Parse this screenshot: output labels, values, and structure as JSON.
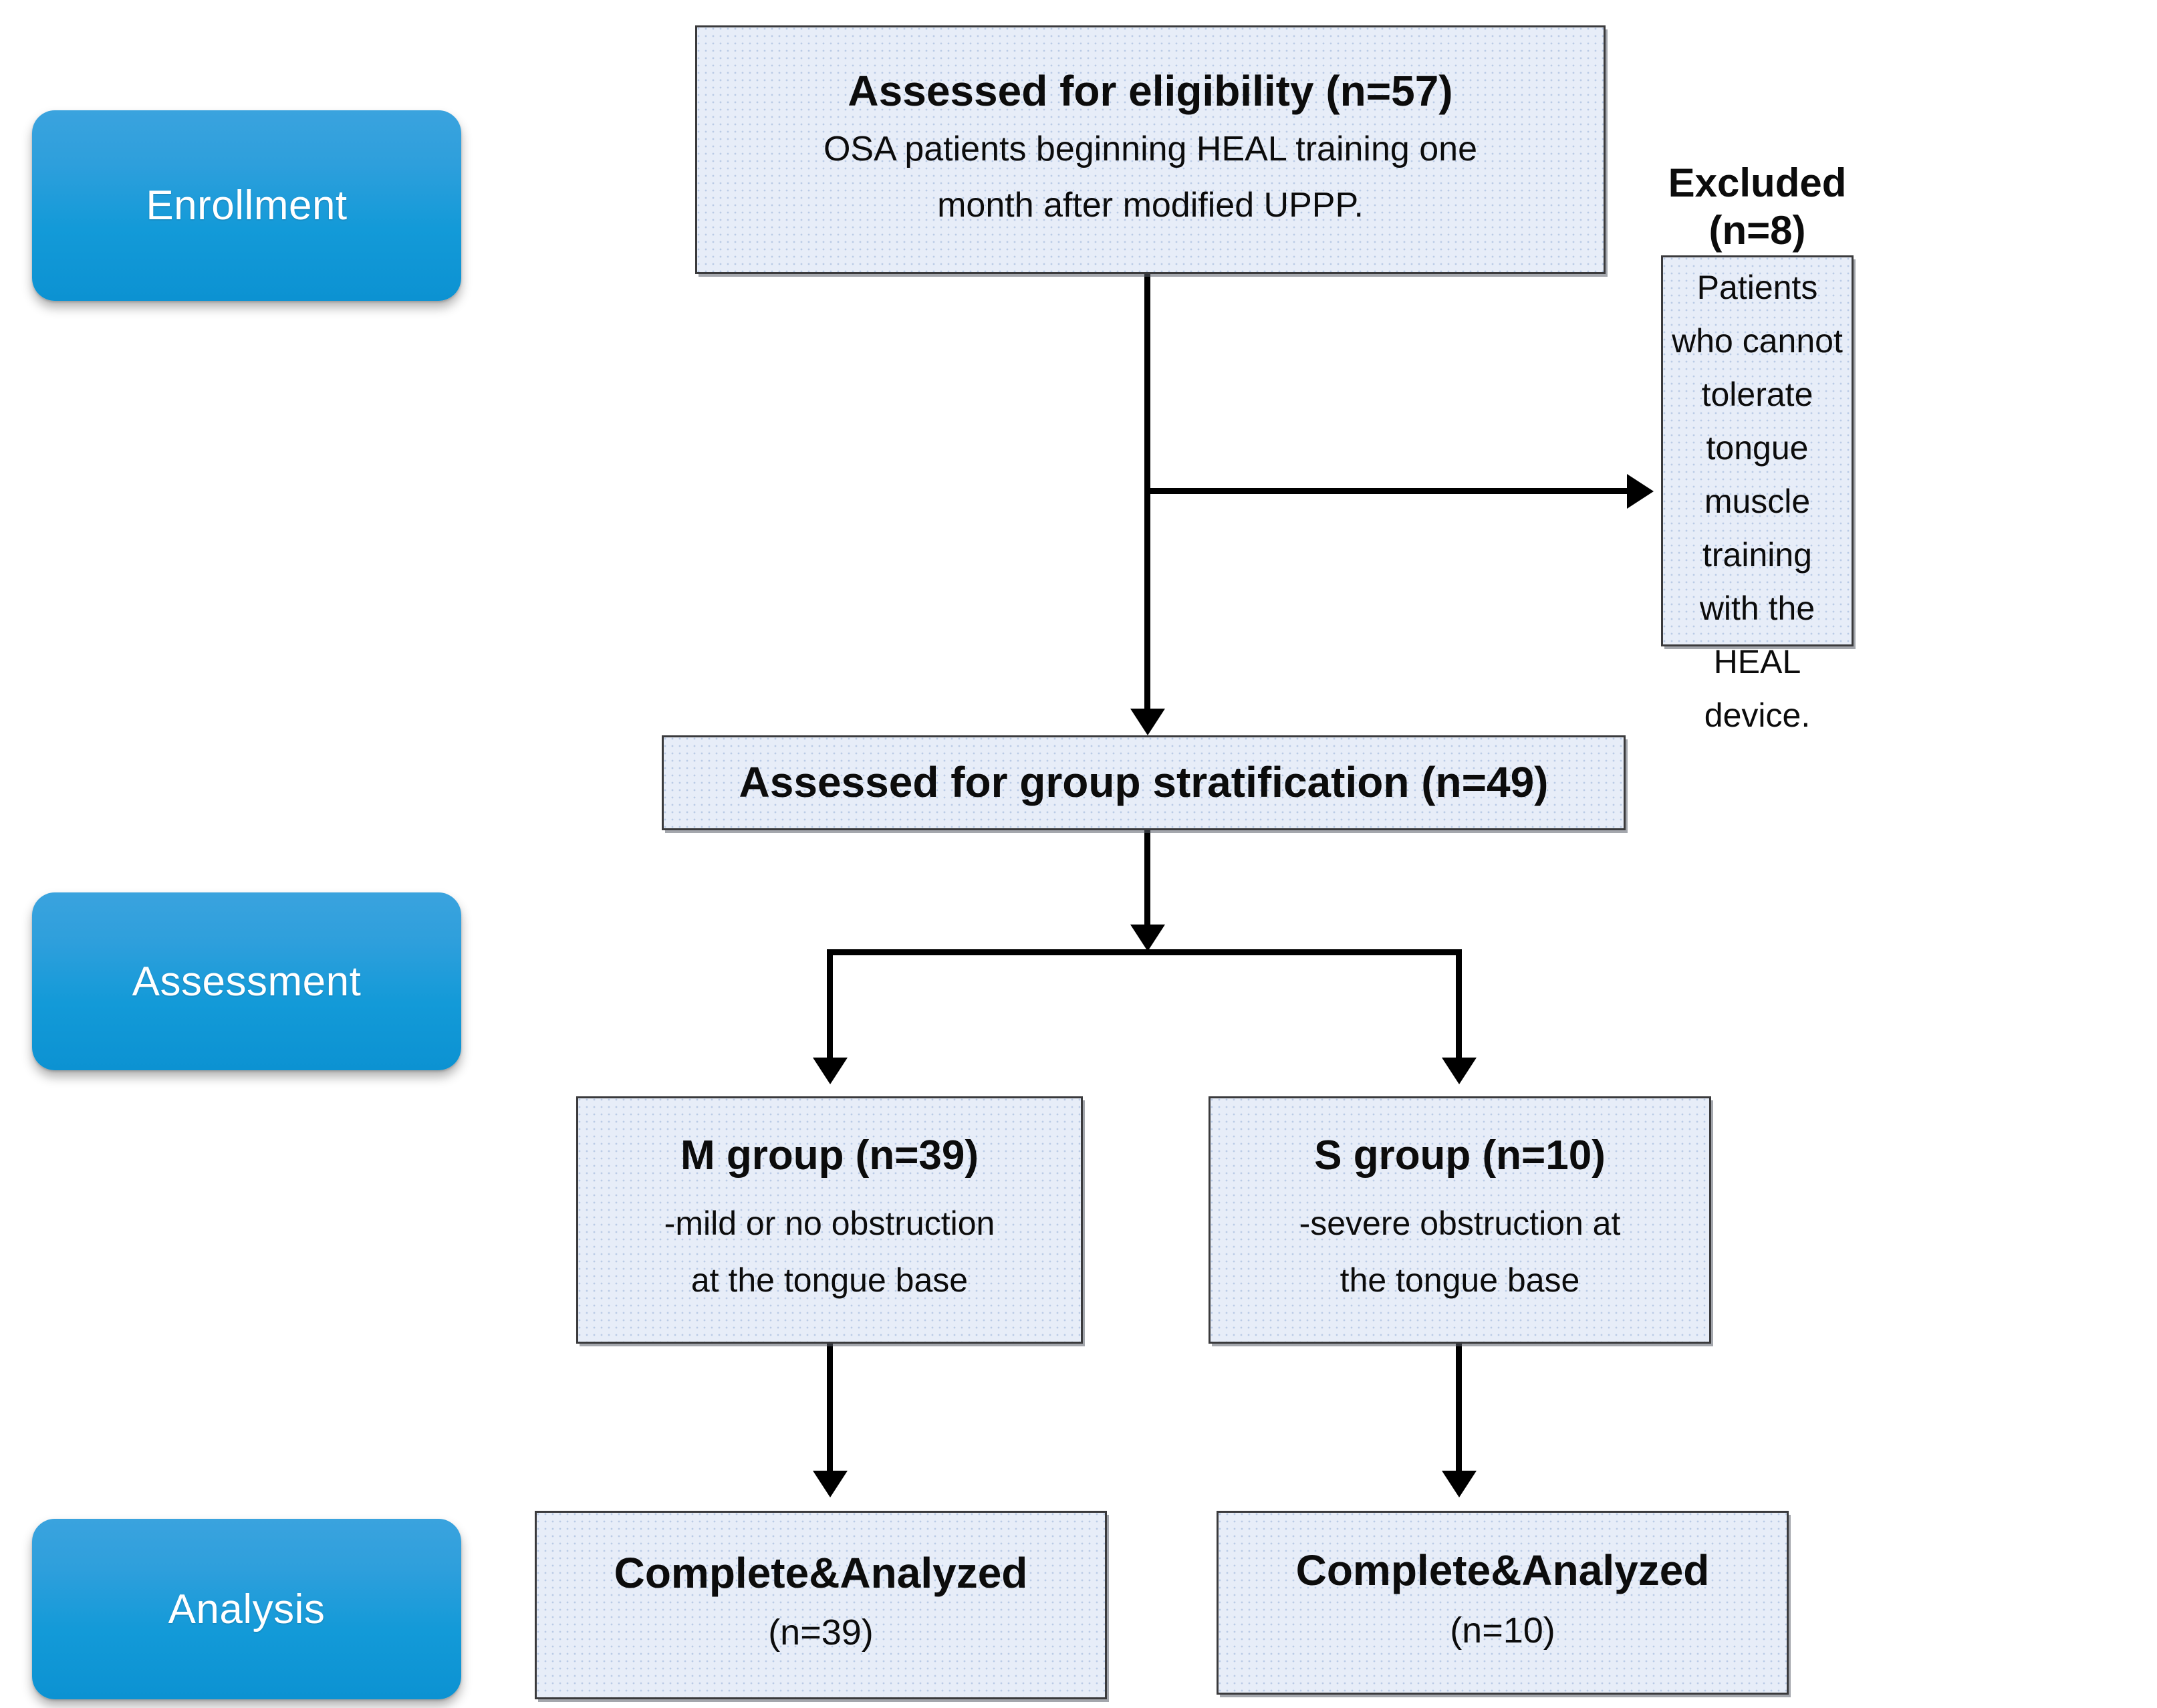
{
  "diagram": {
    "type": "flowchart",
    "title": "CONSORT-style participant flow diagram",
    "accent_blue": "#139ad8",
    "box_fill": "#e7edf8",
    "box_border": "#3a3a3c",
    "connector_color": "#000000"
  },
  "stages": [
    {
      "id": "enrollment",
      "label": "Enrollment"
    },
    {
      "id": "assessment",
      "label": "Assessment"
    },
    {
      "id": "analysis",
      "label": "Analysis"
    }
  ],
  "nodes": {
    "eligibility": {
      "title": "Assessed for eligibility (n=57)",
      "line1": "OSA patients beginning HEAL training one",
      "line2": "month after modified UPPP.",
      "n": 57
    },
    "excluded": {
      "title": "Excluded (n=8)",
      "line1": "Patients who cannot",
      "line2": "tolerate tongue muscle",
      "line3": "training with the HEAL",
      "line4": "device.",
      "n": 8
    },
    "stratification": {
      "title": "Assessed for group stratification (n=49)",
      "n": 49
    },
    "m_group": {
      "title": "M group (n=39)",
      "line1": "-mild or no obstruction",
      "line2": "at the tongue base",
      "n": 39
    },
    "s_group": {
      "title": "S group (n=10)",
      "line1": "-severe obstruction at",
      "line2": "the tongue base",
      "n": 10
    },
    "m_complete": {
      "title": "Complete&Analyzed",
      "count": "(n=39)",
      "n": 39
    },
    "s_complete": {
      "title": "Complete&Analyzed",
      "count": "(n=10)",
      "n": 10
    }
  },
  "edges": [
    {
      "from": "eligibility",
      "to": "stratification",
      "kind": "vertical-arrow"
    },
    {
      "from": "eligibility",
      "to": "excluded",
      "kind": "branch-right-arrow"
    },
    {
      "from": "stratification",
      "to": "m_group",
      "kind": "fork-left-arrow"
    },
    {
      "from": "stratification",
      "to": "s_group",
      "kind": "fork-right-arrow"
    },
    {
      "from": "m_group",
      "to": "m_complete",
      "kind": "vertical-arrow"
    },
    {
      "from": "s_group",
      "to": "s_complete",
      "kind": "vertical-arrow"
    }
  ]
}
